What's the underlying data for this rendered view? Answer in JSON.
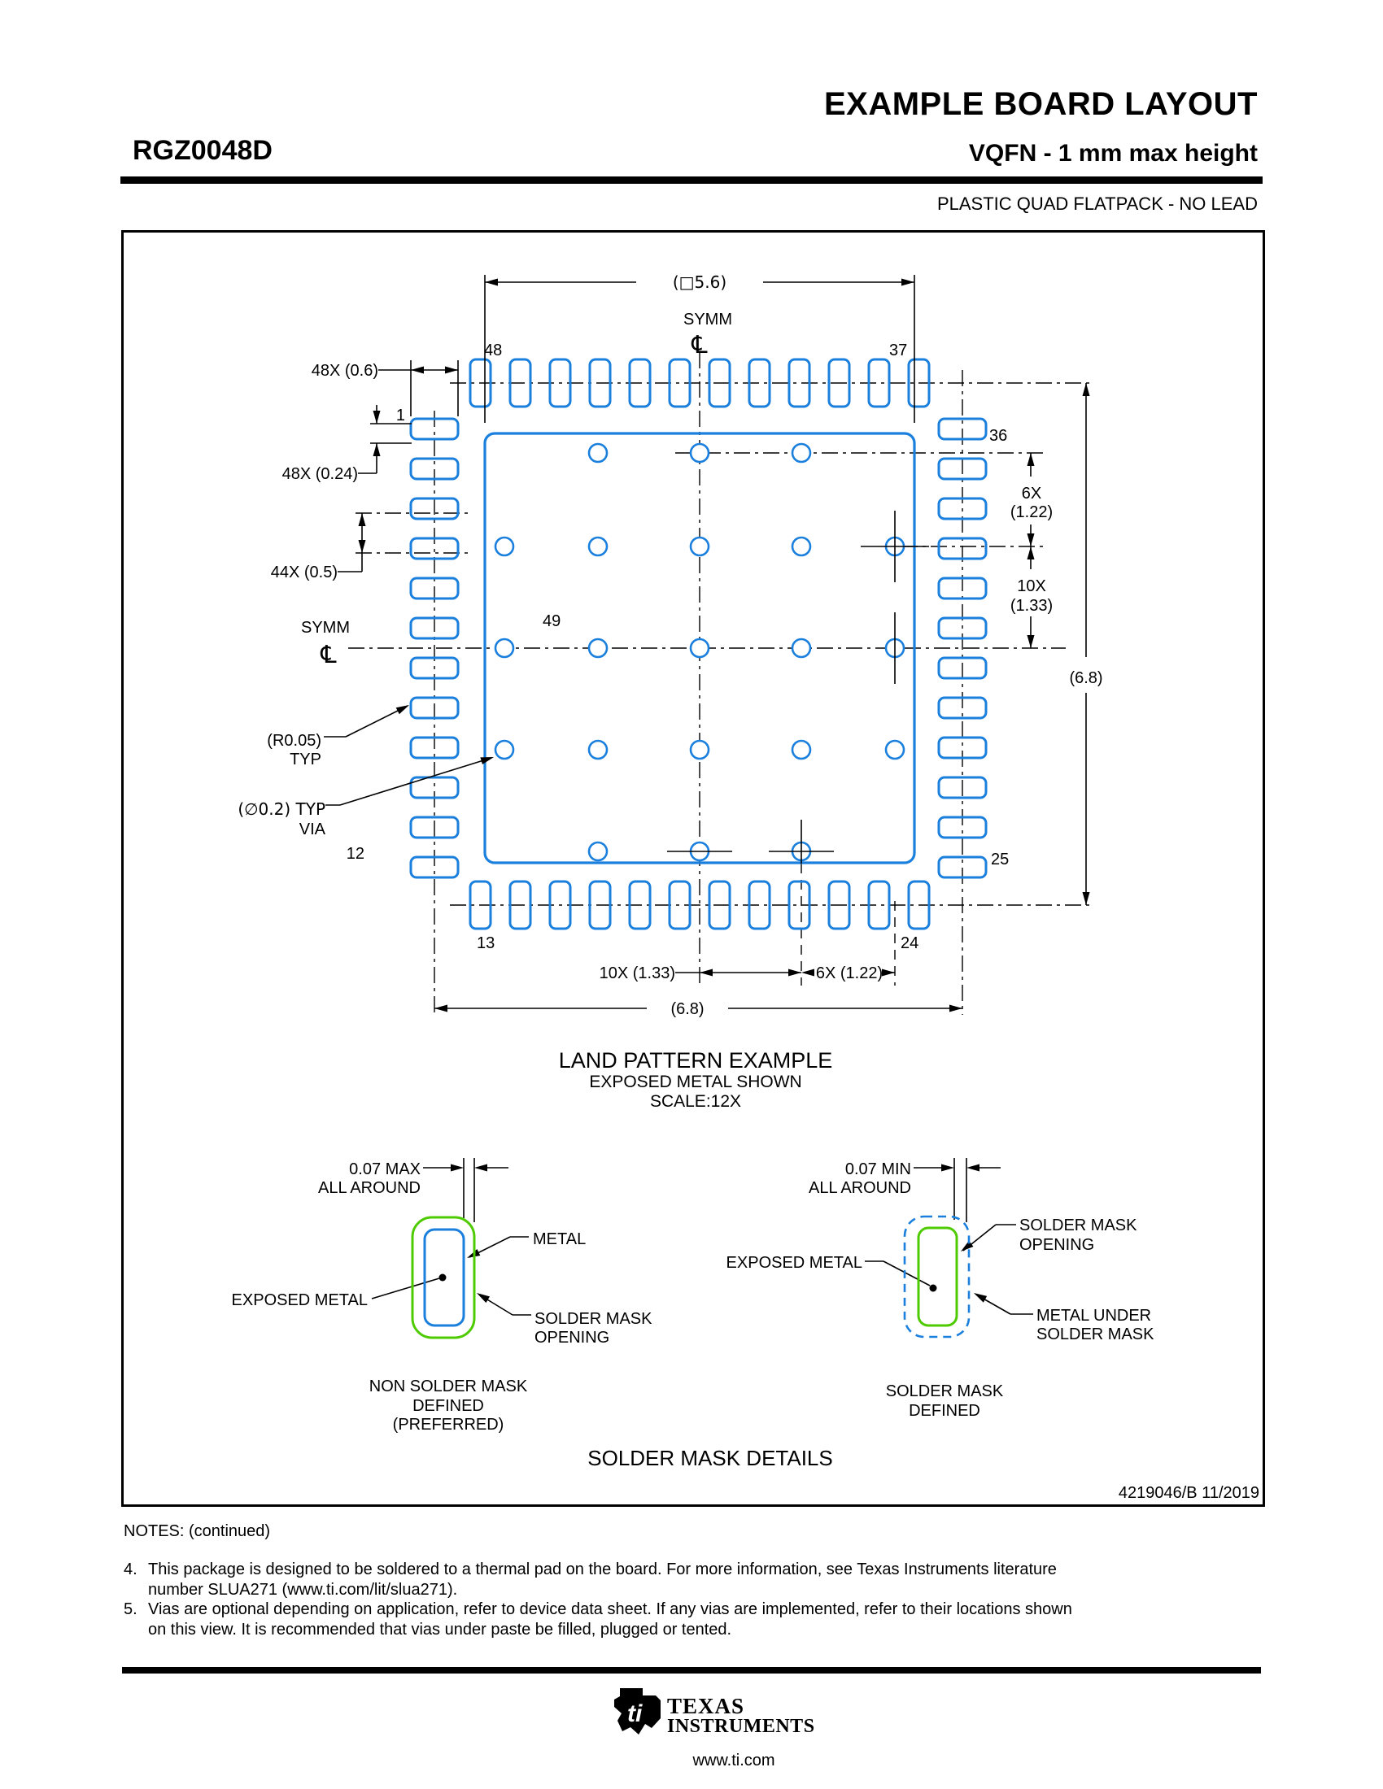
{
  "header": {
    "doc_title": "EXAMPLE BOARD LAYOUT",
    "part_number": "RGZ0048D",
    "package_info": "VQFN - 1 mm max height",
    "package_subtitle": "PLASTIC QUAD FLATPACK - NO LEAD"
  },
  "colors": {
    "pad_blue": "#1a7fdd",
    "mask_green": "#4ecb00",
    "line_black": "#000000"
  },
  "drawing": {
    "symm": "SYMM",
    "centerline_symbol": "℄",
    "pins": {
      "p48": "48",
      "p37": "37",
      "p36": "36",
      "p25": "25",
      "p24": "24",
      "p13": "13",
      "p12": "12",
      "p1": "1",
      "thermal": "49"
    },
    "dims": {
      "pad_size": "(□5.6)",
      "pad_length": "48X (0.6)",
      "pad_width": "48X (0.24)",
      "pad_pitch": "44X (0.5)",
      "via_edge_count": "6X",
      "via_edge_val": "(1.22)",
      "via_inner_count": "10X",
      "via_inner_val": "(1.33)",
      "overall_right": "(6.8)",
      "overall_bottom": "(6.8)",
      "via_inner_bottom": "10X (1.33)",
      "via_edge_bottom": "6X (1.22)",
      "corner_radius_1": "(R0.05)",
      "corner_radius_2": "TYP",
      "via_dia_1": "(∅0.2) TYP",
      "via_dia_2": "VIA"
    },
    "title_block": {
      "title": "LAND PATTERN EXAMPLE",
      "subtitle": "EXPOSED METAL SHOWN",
      "scale": "SCALE:12X"
    }
  },
  "solder_mask": {
    "left": {
      "clearance_1": "0.07 MAX",
      "clearance_2": "ALL AROUND",
      "metal": "METAL",
      "exposed_metal": "EXPOSED METAL",
      "opening_1": "SOLDER MASK",
      "opening_2": "OPENING",
      "caption_1": "NON SOLDER MASK",
      "caption_2": "DEFINED",
      "caption_3": "(PREFERRED)"
    },
    "right": {
      "clearance_1": "0.07 MIN",
      "clearance_2": "ALL AROUND",
      "exposed_metal": "EXPOSED METAL",
      "opening_1": "SOLDER MASK",
      "opening_2": "OPENING",
      "under_1": "METAL UNDER",
      "under_2": "SOLDER MASK",
      "caption_1": "SOLDER MASK",
      "caption_2": "DEFINED"
    },
    "section_title": "SOLDER MASK DETAILS"
  },
  "doc_footer": {
    "doc_number": "4219046/B   11/2019"
  },
  "notes": {
    "heading": "NOTES: (continued)",
    "items": [
      {
        "num": "4.",
        "line1": "This package is designed to be soldered to a thermal pad on the board. For more information, see Texas Instruments literature",
        "line2": "number SLUA271 (www.ti.com/lit/slua271)."
      },
      {
        "num": "5.",
        "line1": "Vias are optional depending on application, refer to device data sheet. If any vias are implemented, refer to their locations shown",
        "line2": "on this view. It is recommended that vias under paste be filled, plugged or tented."
      }
    ]
  },
  "brand": {
    "bug_text": "ti",
    "name_line1": "TEXAS",
    "name_line2": "INSTRUMENTS",
    "url": "www.ti.com"
  }
}
